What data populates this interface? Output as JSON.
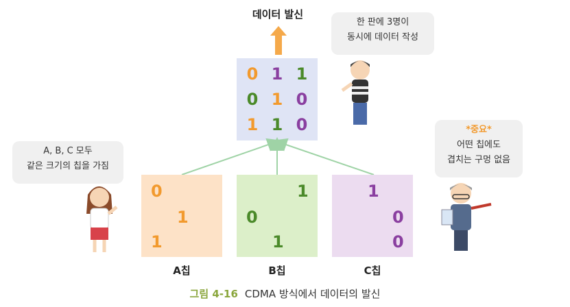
{
  "title": "데이터 발신",
  "matrix": [
    [
      "0",
      "1",
      "1"
    ],
    [
      "0",
      "1",
      "0"
    ],
    [
      "1",
      "1",
      "0"
    ]
  ],
  "chips": {
    "a": {
      "label": "A칩",
      "values": [
        "0",
        "1",
        "1"
      ]
    },
    "b": {
      "label": "B칩",
      "values": [
        "1",
        "0",
        "1"
      ]
    },
    "c": {
      "label": "C칩",
      "values": [
        "1",
        "0",
        "0"
      ]
    }
  },
  "bubbles": {
    "left": {
      "line1": "A, B, C 모두",
      "line2": "같은 크기의 칩을 가짐"
    },
    "top": {
      "line1": "한 판에 3명이",
      "line2": "동시에 데이터 작성"
    },
    "right": {
      "emphasis": "*중요*",
      "line1": "어떤 칩에도",
      "line2": "겹치는 구멍 없음"
    }
  },
  "caption": {
    "figure": "그림 4-16",
    "text": "CDMA 방식에서 데이터의 발신"
  },
  "colors": {
    "chip_a": "#fde2c7",
    "chip_b": "#dcefc9",
    "chip_c": "#ecdcf0",
    "matrix": "#dfe4f5",
    "arrow": "#f5a94a",
    "connector": "#9fd3a6"
  }
}
